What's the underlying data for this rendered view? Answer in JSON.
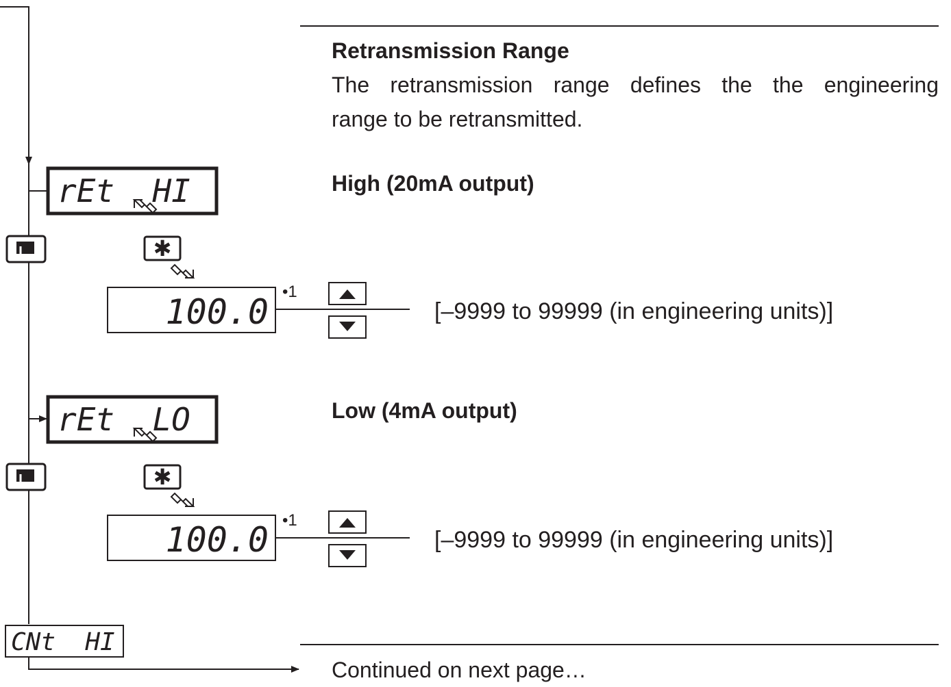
{
  "section": {
    "title": "Retransmission Range",
    "description_line1": "The retransmission range defines the the engineering",
    "description_line2": "range to be retransmitted."
  },
  "high": {
    "label": "High (20mA output)",
    "parameter_display": "rEt  HI",
    "value_display": "100.0",
    "footnote": "•1",
    "range": "[–9999 to 99999 (in engineering units)]"
  },
  "low": {
    "label": "Low (4mA output)",
    "parameter_display": "rEt  LO",
    "value_display": "100.0",
    "footnote": "•1",
    "range": "[–9999 to 99999 (in engineering units)]"
  },
  "next_parameter_display": "CNt  HI",
  "footer": "Continued on next page…",
  "icons": {
    "page": "page-key-icon",
    "star": "star-key-icon",
    "up": "up-arrow-key-icon",
    "down": "down-arrow-key-icon"
  }
}
